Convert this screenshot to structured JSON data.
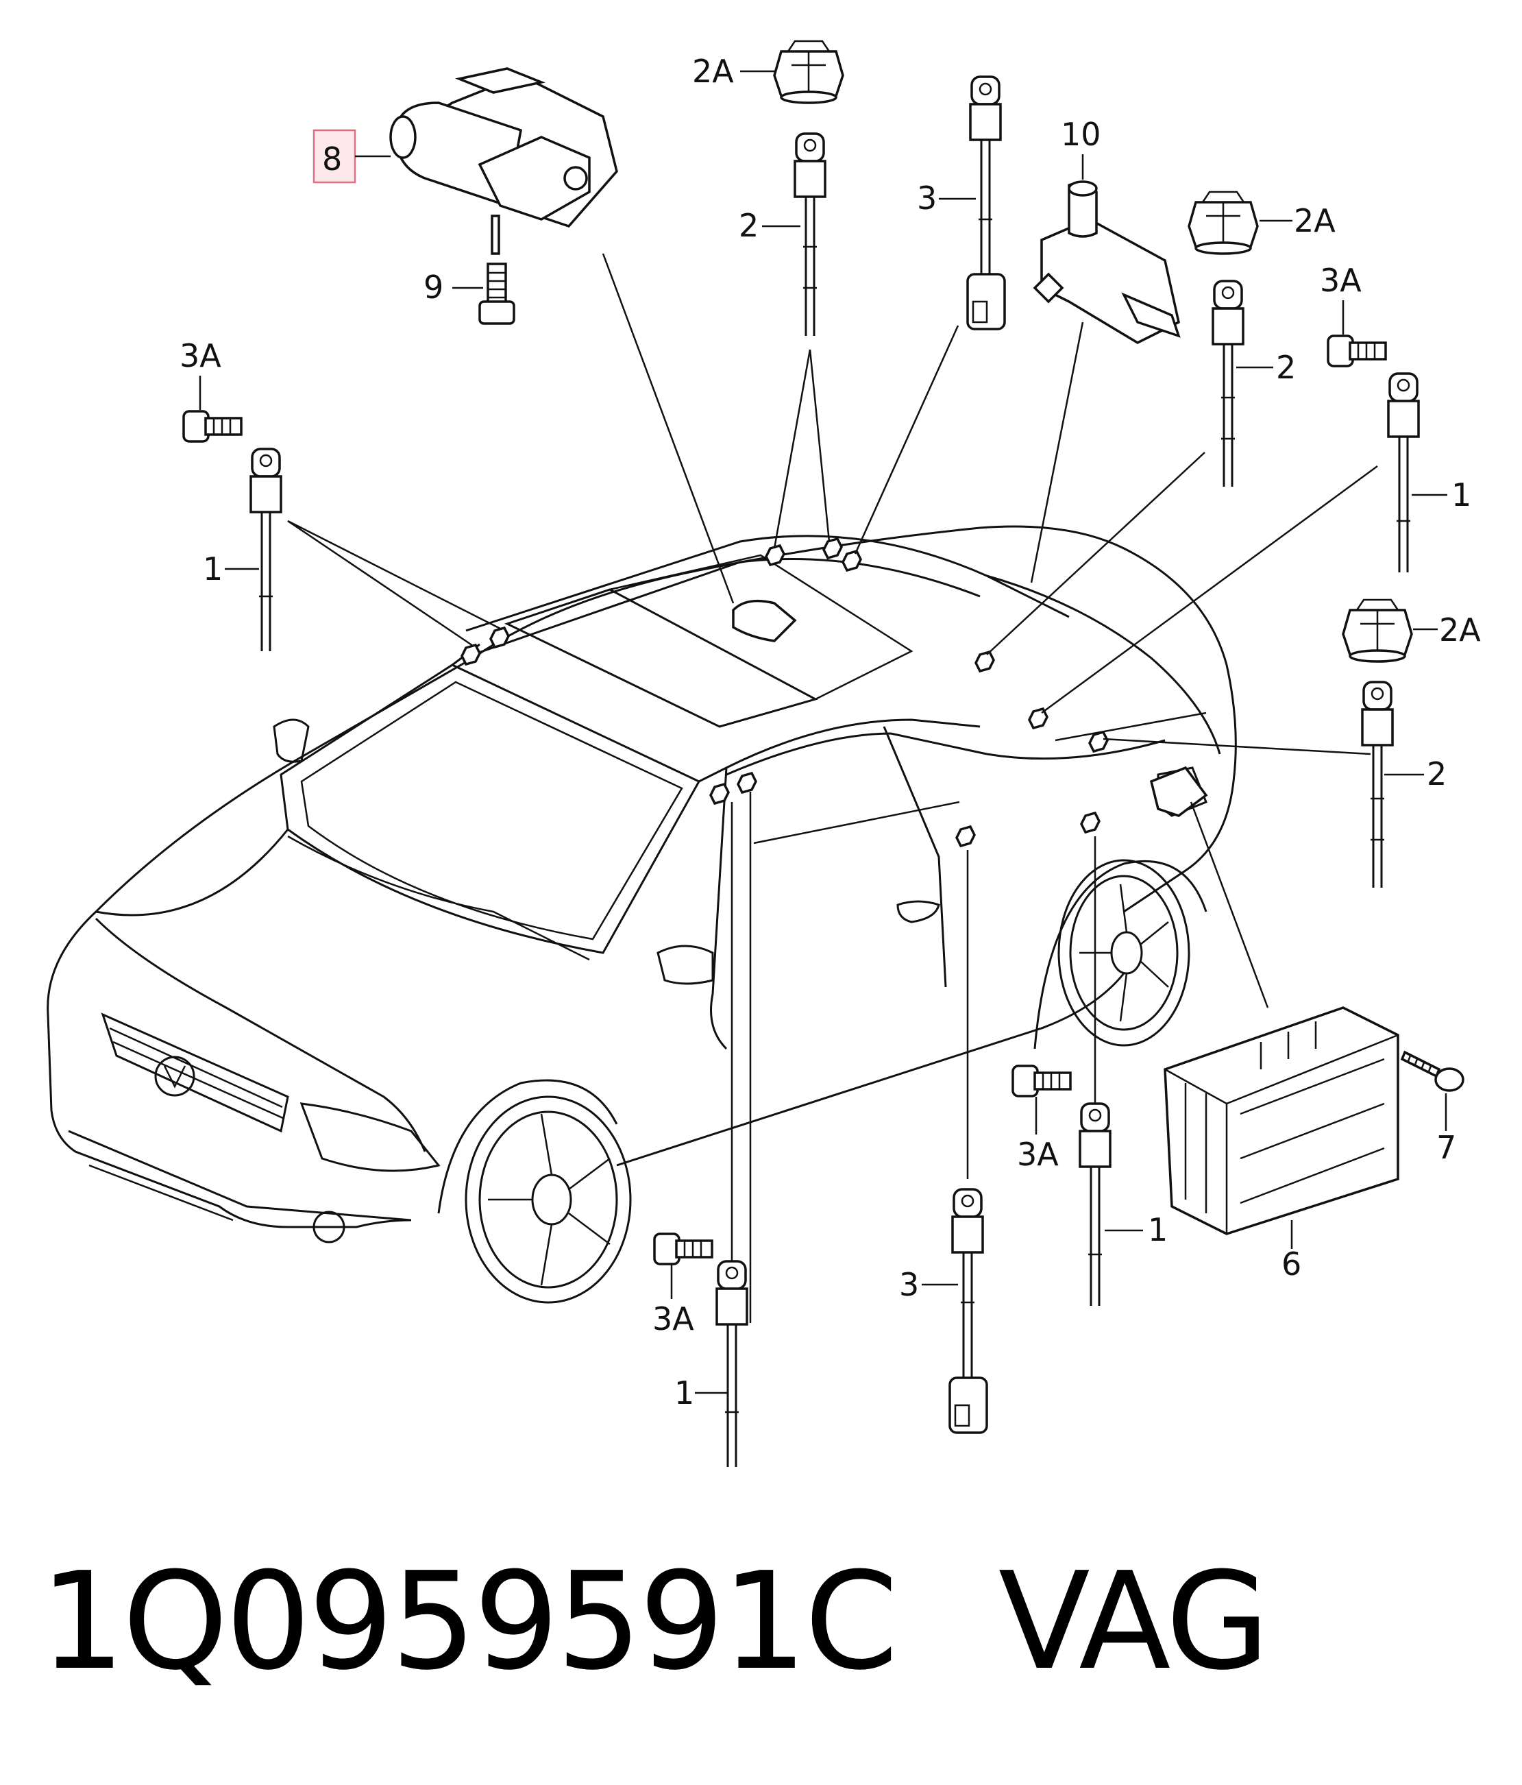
{
  "callouts": {
    "c8": "8",
    "c9": "9",
    "c10": "10",
    "c2a_top": "2A",
    "c2a_right": "2A",
    "c2a_mid": "2A",
    "c2_top": "2",
    "c2_right": "2",
    "c2_mid": "2",
    "c3_top": "3",
    "c3_bottom": "3",
    "c3a_left": "3A",
    "c3a_right": "3A",
    "c3a_bottom": "3A",
    "c3a_lower": "3A",
    "c1_left": "1",
    "c1_right": "1",
    "c1_bottom": "1",
    "c1_lower": "1",
    "c6": "6",
    "c7": "7"
  },
  "footer": {
    "part_number": "1Q0959591C",
    "brand": "VAG"
  },
  "colors": {
    "highlight_border": "#e07080",
    "highlight_fill": "#fde8ec",
    "ink": "#111111"
  }
}
